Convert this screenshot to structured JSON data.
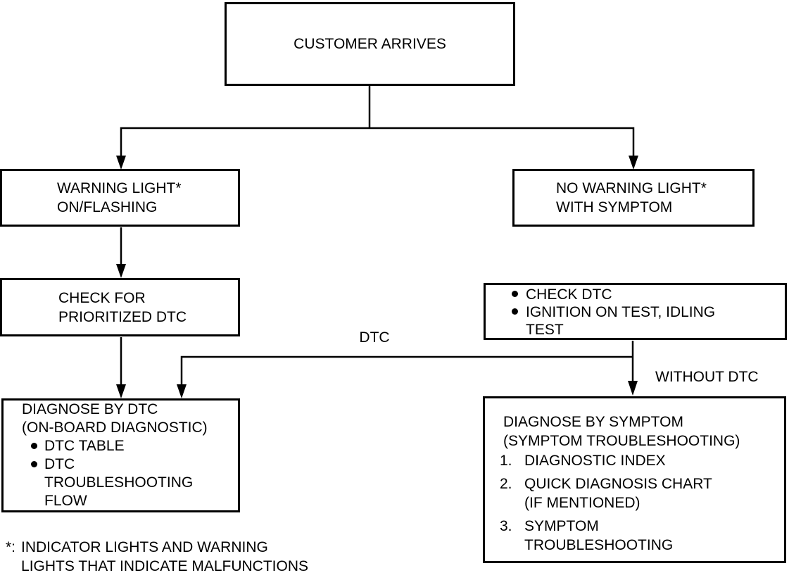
{
  "nodes": {
    "customer_arrives": {
      "label": "CUSTOMER ARRIVES"
    },
    "warning_light": {
      "label": "WARNING LIGHT*\nON/FLASHING"
    },
    "no_warning_light": {
      "label": "NO WARNING LIGHT*\nWITH SYMPTOM"
    },
    "check_prioritized_dtc": {
      "label": "CHECK FOR\nPRIORITIZED DTC"
    },
    "check_dtc": {
      "items": [
        {
          "text": "CHECK DTC"
        },
        {
          "text": "IGNITION ON TEST, IDLING\nTEST"
        }
      ]
    },
    "diagnose_by_dtc": {
      "title": "DIAGNOSE BY DTC\n(ON-BOARD DIAGNOSTIC)",
      "items": [
        {
          "text": "DTC TABLE"
        },
        {
          "text": "DTC\nTROUBLESHOOTING\nFLOW"
        }
      ]
    },
    "diagnose_by_symptom": {
      "title": "DIAGNOSE BY SYMPTOM\n(SYMPTOM TROUBLESHOOTING)",
      "items": [
        {
          "marker": "1.",
          "text": "DIAGNOSTIC INDEX"
        },
        {
          "marker": "2.",
          "text": "QUICK DIAGNOSIS CHART\n(IF MENTIONED)"
        },
        {
          "marker": "3.",
          "text": "SYMPTOM\nTROUBLESHOOTING"
        }
      ]
    }
  },
  "edge_labels": {
    "dtc": "DTC",
    "without_dtc": "WITHOUT DTC"
  },
  "footnote": {
    "marker": "*:",
    "text": "INDICATOR LIGHTS AND WARNING\nLIGHTS THAT INDICATE MALFUNCTIONS"
  },
  "icons": {
    "bullet": "filled-circle",
    "arrowhead": "solid-triangle-down"
  },
  "colors": {
    "line": "#000000",
    "text": "#000000",
    "background": "#ffffff"
  }
}
